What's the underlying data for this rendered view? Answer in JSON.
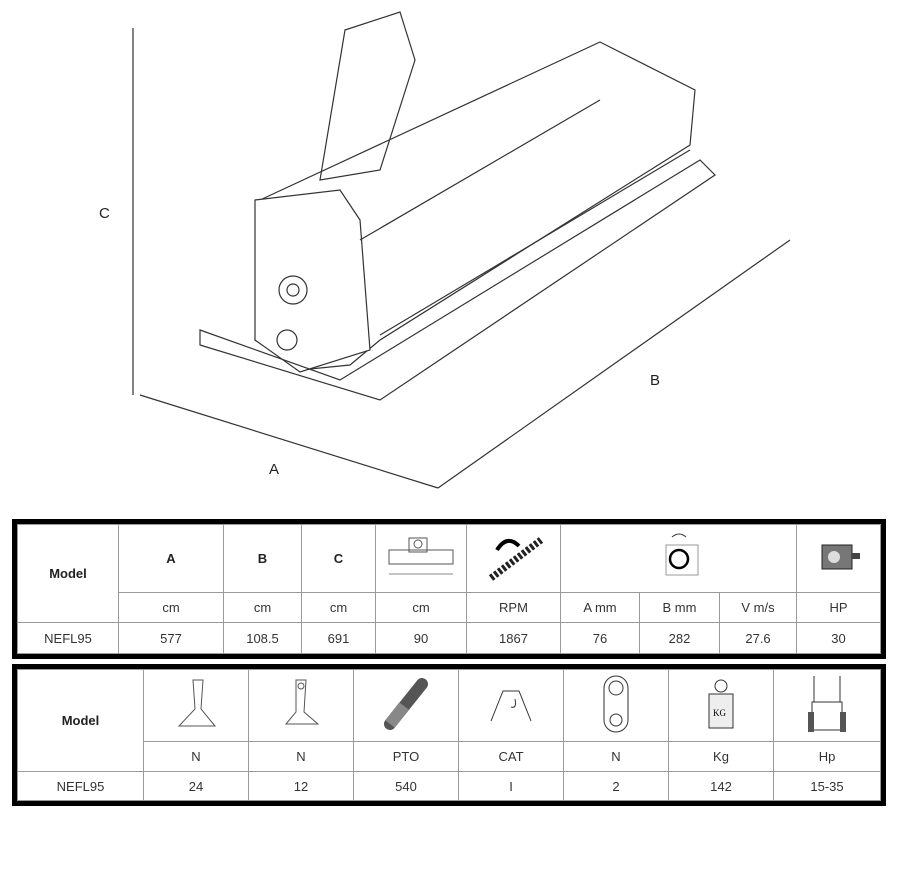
{
  "drawing": {
    "dim_a": "A",
    "dim_b": "B",
    "dim_c": "C"
  },
  "table1": {
    "model_header": "Model",
    "headers": [
      "A",
      "B",
      "C"
    ],
    "icons": [
      "cutting-width-icon",
      "rotor-rpm-icon",
      "rotor-section-icon",
      "gearbox-icon"
    ],
    "units": [
      "cm",
      "cm",
      "cm",
      "cm",
      "RPM",
      "A mm",
      "B mm",
      "V m/s",
      "HP"
    ],
    "row": {
      "model": "NEFL95",
      "values": [
        "577",
        "108.5",
        "691",
        "90",
        "1867",
        "76",
        "282",
        "27.6",
        "30"
      ]
    }
  },
  "table2": {
    "model_header": "Model",
    "icons": [
      "y-blade-icon",
      "hammer-blade-icon",
      "pto-shaft-icon",
      "hitch-category-icon",
      "belt-icon",
      "weight-icon",
      "tractor-icon"
    ],
    "units": [
      "N",
      "N",
      "PTO",
      "CAT",
      "N",
      "Kg",
      "Hp"
    ],
    "row": {
      "model": "NEFL95",
      "values": [
        "24",
        "12",
        "540",
        "I",
        "2",
        "142",
        "15-35"
      ]
    }
  }
}
